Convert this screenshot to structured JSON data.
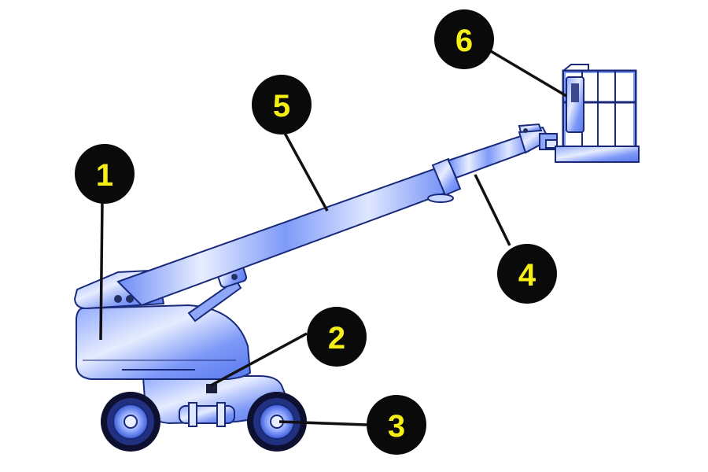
{
  "diagram": {
    "subject": "boom-lift",
    "callouts": [
      {
        "id": "1",
        "label": "1"
      },
      {
        "id": "2",
        "label": "2"
      },
      {
        "id": "3",
        "label": "3"
      },
      {
        "id": "4",
        "label": "4"
      },
      {
        "id": "5",
        "label": "5"
      },
      {
        "id": "6",
        "label": "6"
      }
    ],
    "colors": {
      "machine_body": "#6f8ff5",
      "machine_highlight": "#dfe7ff",
      "outline": "#1a2a7a",
      "callout_fill": "#0a0a0a",
      "callout_text": "#f5ef16",
      "background": "#ffffff"
    }
  }
}
